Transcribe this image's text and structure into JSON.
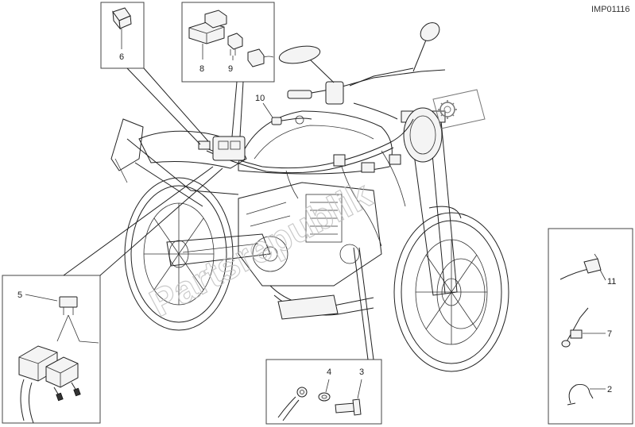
{
  "figure_id": "IMP01116",
  "watermark": "Partsrepublik",
  "callouts": {
    "c1": "6",
    "c2": "8",
    "c3": "9",
    "c4": "10",
    "c5": "5",
    "c6": "11",
    "c7": "7",
    "c8": "2",
    "c9": "4",
    "c10": "3"
  }
}
